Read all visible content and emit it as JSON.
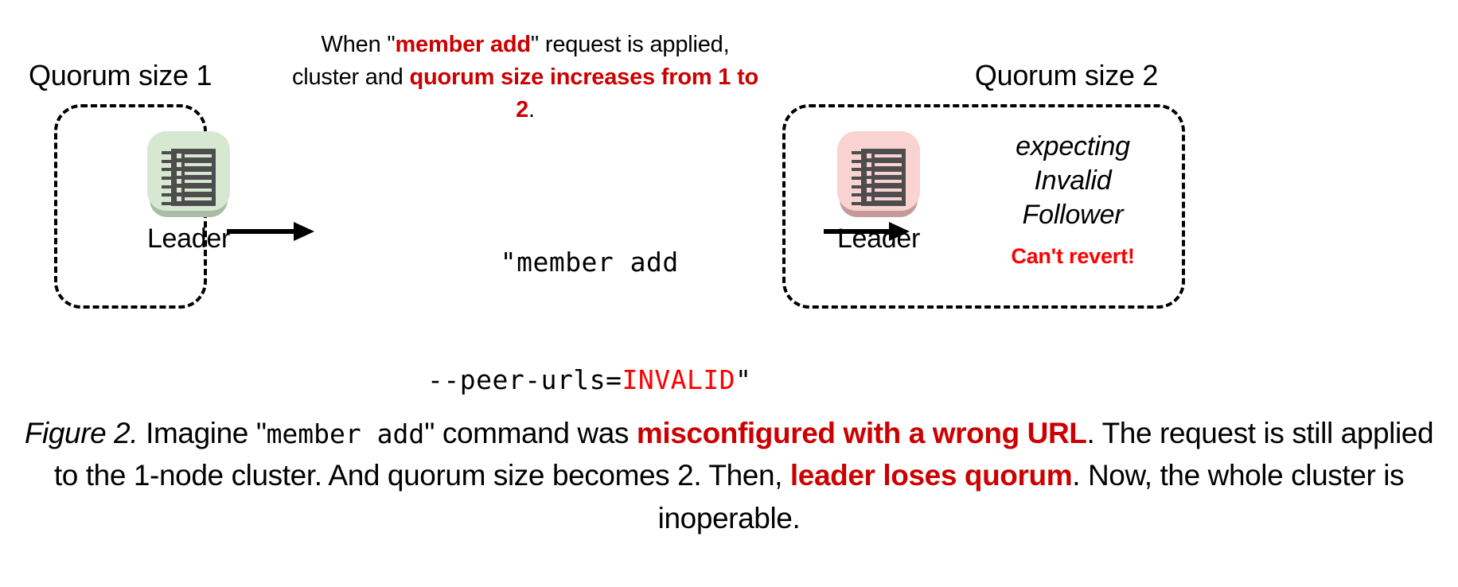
{
  "figure": {
    "top_note": {
      "segments": [
        {
          "text": "When \"",
          "style": "plain"
        },
        {
          "text": "member add",
          "style": "bold-red"
        },
        {
          "text": "\" request is applied, cluster and ",
          "style": "plain"
        },
        {
          "text": "quorum size increases from 1 to 2",
          "style": "bold-red"
        },
        {
          "text": ".",
          "style": "plain"
        }
      ],
      "line1": "When \"member add\" request is applied,",
      "line2": "cluster and quorum size increases",
      "line3": "from 1 to 2."
    },
    "left_cluster": {
      "title": "Quorum size 1",
      "node": {
        "label": "Leader",
        "icon": "server-ledger-icon",
        "tile_color": "#D6E7D2",
        "shadow_color": "#A9BCA4",
        "glyph_color": "#4D4D4D"
      }
    },
    "right_cluster": {
      "title": "Quorum size 2",
      "node": {
        "label": "Leader",
        "icon": "server-ledger-icon",
        "tile_color": "#F9D2D2",
        "shadow_color": "#C59A9A",
        "glyph_color": "#4D4D4D"
      },
      "status": {
        "line1": "expecting",
        "line2": "Invalid",
        "line3": "Follower",
        "warning": "Can't revert!",
        "warning_color": "#FF0000"
      }
    },
    "command": {
      "line1": "\"member add",
      "line2_prefix": "--peer-urls=",
      "line2_value": "INVALID",
      "line2_suffix": "\"",
      "value_color": "#FF0000"
    },
    "arrows": {
      "arrow1": "arrow-right",
      "arrow2": "arrow-right"
    },
    "caption": {
      "label": "Figure 2.",
      "part1": " Imagine \"",
      "mono1": "member add",
      "part2": "\" command was ",
      "emph1": "misconfigured with a wrong URL",
      "part3": ". The request is still applied to the 1-node cluster. And quorum size becomes 2. Then, ",
      "emph2": "leader loses quorum",
      "part4": ". Now, the whole cluster is inoperable."
    },
    "colors": {
      "accent_red": "#CC0000",
      "alert_red": "#FF0000",
      "ink": "#000000",
      "background": "#FFFFFF"
    }
  }
}
